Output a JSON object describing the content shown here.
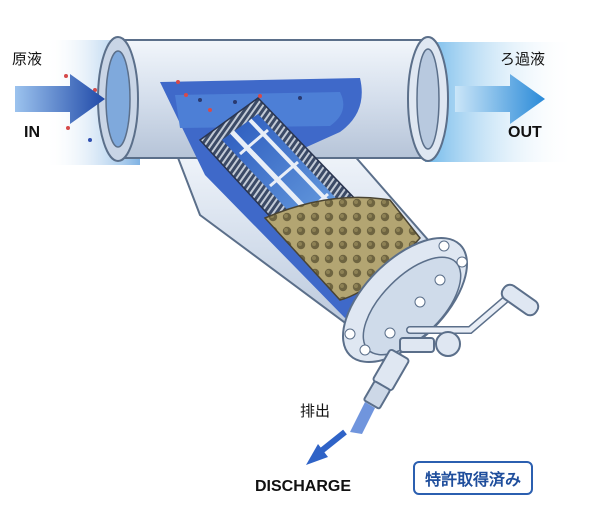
{
  "labels": {
    "inlet_jp": "原液",
    "inlet_en": "IN",
    "outlet_jp": "ろ過液",
    "outlet_en": "OUT",
    "drain_jp": "排出",
    "drain_en": "DISCHARGE"
  },
  "badge": "特許取得済み",
  "colors": {
    "pipe_fill": "#d7e1ee",
    "pipe_stroke": "#5b6f8a",
    "flow_blue": "#2f63c7",
    "flow_light": "#7fc4f0",
    "screen_mesh": "#a59563",
    "badge_blue": "#1f4e9c"
  }
}
